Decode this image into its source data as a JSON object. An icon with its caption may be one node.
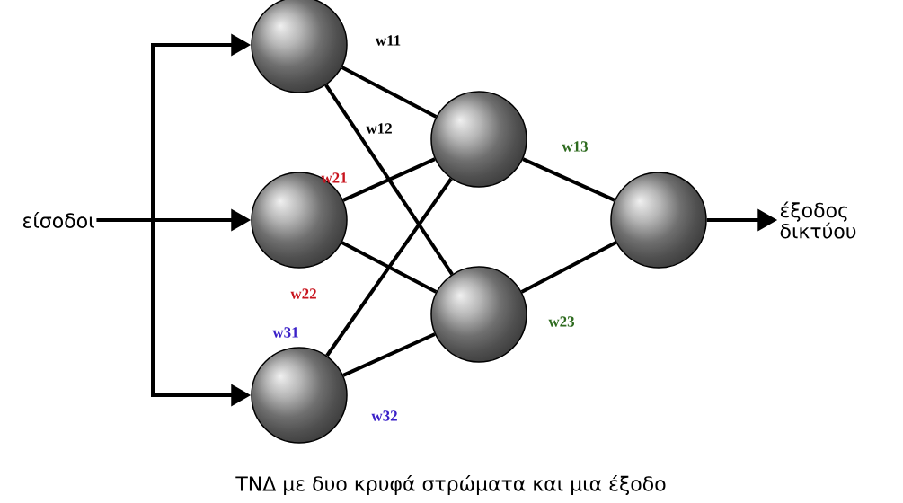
{
  "diagram": {
    "caption": "ΤΝΔ με δυο κρυφά στρώματα και μια έξοδο",
    "nodes": [
      {
        "text": [
          "είσοδοι"
        ]
      },
      {
        "text": [],
        "shape": "circle"
      },
      {
        "text": [],
        "shape": "circle"
      },
      {
        "text": [],
        "shape": "circle"
      },
      {
        "text": [],
        "shape": "circle"
      },
      {
        "text": [],
        "shape": "circle"
      },
      {
        "text": [],
        "shape": "circle"
      },
      {
        "text": [
          "έξοδος δικτύου"
        ]
      }
    ],
    "edges": [
      {
        "from": 0,
        "to": 1,
        "arrow": "to"
      },
      {
        "from": 0,
        "to": 2,
        "arrow": "to"
      },
      {
        "from": 0,
        "to": 3,
        "arrow": "to"
      },
      {
        "from": 1,
        "to": 4,
        "arrow": "none",
        "label": "w11"
      },
      {
        "from": 1,
        "to": 5,
        "arrow": "none",
        "label": "w12"
      },
      {
        "from": 2,
        "to": 4,
        "arrow": "none",
        "label": "w21"
      },
      {
        "from": 2,
        "to": 5,
        "arrow": "none",
        "label": "w22"
      },
      {
        "from": 3,
        "to": 4,
        "arrow": "none",
        "label": "w31"
      },
      {
        "from": 3,
        "to": 5,
        "arrow": "none",
        "label": "w32"
      },
      {
        "from": 4,
        "to": 6,
        "arrow": "none",
        "label": "w13"
      },
      {
        "from": 5,
        "to": 6,
        "arrow": "none",
        "label": "w23"
      },
      {
        "from": 6,
        "to": 7,
        "arrow": "to"
      }
    ]
  }
}
